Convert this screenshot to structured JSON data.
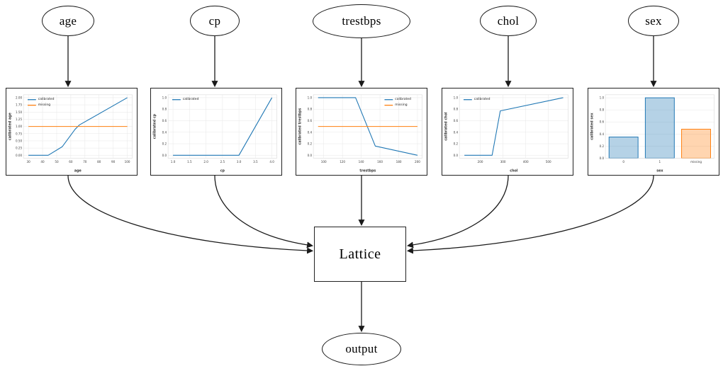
{
  "nodes": {
    "inputs": [
      {
        "label": "age"
      },
      {
        "label": "cp"
      },
      {
        "label": "trestbps"
      },
      {
        "label": "chol"
      },
      {
        "label": "sex"
      }
    ],
    "lattice": {
      "label": "Lattice"
    },
    "output": {
      "label": "output"
    }
  },
  "colors": {
    "calibrated": "#1f77b4",
    "missing": "#ff7f0e",
    "grid": "#e7e7e7",
    "plot_border": "#d9d9d9",
    "tick_text": "#3c3c3c",
    "edge": "#1a1a1a"
  },
  "chart_data": [
    {
      "type": "line",
      "xlabel": "age",
      "ylabel": "calibrated age",
      "xlim": [
        26.5,
        103.5
      ],
      "ylim": [
        -0.1,
        2.1
      ],
      "xticks": [
        30,
        40,
        50,
        60,
        70,
        80,
        90,
        100
      ],
      "xtick_labels": [
        "30",
        "40",
        "50",
        "60",
        "70",
        "80",
        "90",
        "100"
      ],
      "yticks": [
        0,
        0.25,
        0.5,
        0.75,
        1.0,
        1.25,
        1.5,
        1.75,
        2.0
      ],
      "ytick_labels": [
        "0.00",
        "0.25",
        "0.50",
        "0.75",
        "1.00",
        "1.25",
        "1.50",
        "1.75",
        "2.00"
      ],
      "legend": {
        "position": "top-left",
        "entries": [
          {
            "label": "calibrated",
            "color": "#1f77b4"
          },
          {
            "label": "missing",
            "color": "#ff7f0e"
          }
        ]
      },
      "series": [
        {
          "name": "calibrated",
          "color": "#1f77b4",
          "points": [
            [
              30,
              0
            ],
            [
              44,
              0
            ],
            [
              54,
              0.3
            ],
            [
              63,
              0.9
            ],
            [
              66,
              1.05
            ],
            [
              100,
              2.0
            ]
          ]
        },
        {
          "name": "missing",
          "color": "#ff7f0e",
          "points": [
            [
              30,
              1.0
            ],
            [
              100,
              1.0
            ]
          ]
        }
      ]
    },
    {
      "type": "line",
      "xlabel": "cp",
      "ylabel": "calibrated cp",
      "xlim": [
        0.85,
        4.15
      ],
      "ylim": [
        -0.05,
        1.05
      ],
      "xticks": [
        1.0,
        1.5,
        2.0,
        2.5,
        3.0,
        3.5,
        4.0
      ],
      "xtick_labels": [
        "1.0",
        "1.5",
        "2.0",
        "2.5",
        "3.0",
        "3.5",
        "4.0"
      ],
      "yticks": [
        0,
        0.2,
        0.4,
        0.6,
        0.8,
        1.0
      ],
      "ytick_labels": [
        "0.0",
        "0.2",
        "0.4",
        "0.6",
        "0.8",
        "1.0"
      ],
      "legend": {
        "position": "top-left",
        "entries": [
          {
            "label": "calibrated",
            "color": "#1f77b4"
          }
        ]
      },
      "series": [
        {
          "name": "calibrated",
          "color": "#1f77b4",
          "points": [
            [
              1,
              0
            ],
            [
              3,
              0
            ],
            [
              4,
              1.0
            ]
          ]
        }
      ]
    },
    {
      "type": "line",
      "xlabel": "trestbps",
      "ylabel": "calibrated trestbps",
      "xlim": [
        89,
        205
      ],
      "ylim": [
        -0.05,
        1.05
      ],
      "xticks": [
        100,
        120,
        140,
        160,
        180,
        200
      ],
      "xtick_labels": [
        "100",
        "120",
        "140",
        "160",
        "180",
        "200"
      ],
      "yticks": [
        0,
        0.2,
        0.4,
        0.6,
        0.8,
        1.0
      ],
      "ytick_labels": [
        "0.0",
        "0.2",
        "0.4",
        "0.6",
        "0.8",
        "1.0"
      ],
      "legend": {
        "position": "top-right",
        "entries": [
          {
            "label": "calibrated",
            "color": "#1f77b4"
          },
          {
            "label": "missing",
            "color": "#ff7f0e"
          }
        ]
      },
      "series": [
        {
          "name": "calibrated",
          "color": "#1f77b4",
          "points": [
            [
              94,
              1.0
            ],
            [
              134,
              1.0
            ],
            [
              155,
              0.16
            ],
            [
              200,
              0
            ]
          ]
        },
        {
          "name": "missing",
          "color": "#ff7f0e",
          "points": [
            [
              94,
              0.5
            ],
            [
              200,
              0.5
            ]
          ]
        }
      ]
    },
    {
      "type": "line",
      "xlabel": "chol",
      "ylabel": "calibrated chol",
      "xlim": [
        108,
        587
      ],
      "ylim": [
        -0.05,
        1.05
      ],
      "xticks": [
        200,
        300,
        400,
        500
      ],
      "xtick_labels": [
        "200",
        "300",
        "400",
        "500"
      ],
      "yticks": [
        0,
        0.2,
        0.4,
        0.6,
        0.8,
        1.0
      ],
      "ytick_labels": [
        "0.0",
        "0.2",
        "0.4",
        "0.6",
        "0.8",
        "1.0"
      ],
      "legend": {
        "position": "top-left",
        "entries": [
          {
            "label": "calibrated",
            "color": "#1f77b4"
          }
        ]
      },
      "series": [
        {
          "name": "calibrated",
          "color": "#1f77b4",
          "points": [
            [
              130,
              0
            ],
            [
              252,
              0
            ],
            [
              288,
              0.77
            ],
            [
              565,
              1.0
            ]
          ]
        }
      ]
    },
    {
      "type": "bar",
      "xlabel": "sex",
      "ylabel": "calibrated sex",
      "categories": [
        "0",
        "1",
        "missing"
      ],
      "values": [
        0.35,
        1.0,
        0.48
      ],
      "bar_colors": [
        "#1f77b4",
        "#1f77b4",
        "#ff7f0e"
      ],
      "ylim": [
        0,
        1.05
      ],
      "yticks": [
        0,
        0.2,
        0.4,
        0.6,
        0.8,
        1.0
      ],
      "ytick_labels": [
        "0.0",
        "0.2",
        "0.4",
        "0.6",
        "0.8",
        "1.0"
      ],
      "legend": null
    }
  ]
}
